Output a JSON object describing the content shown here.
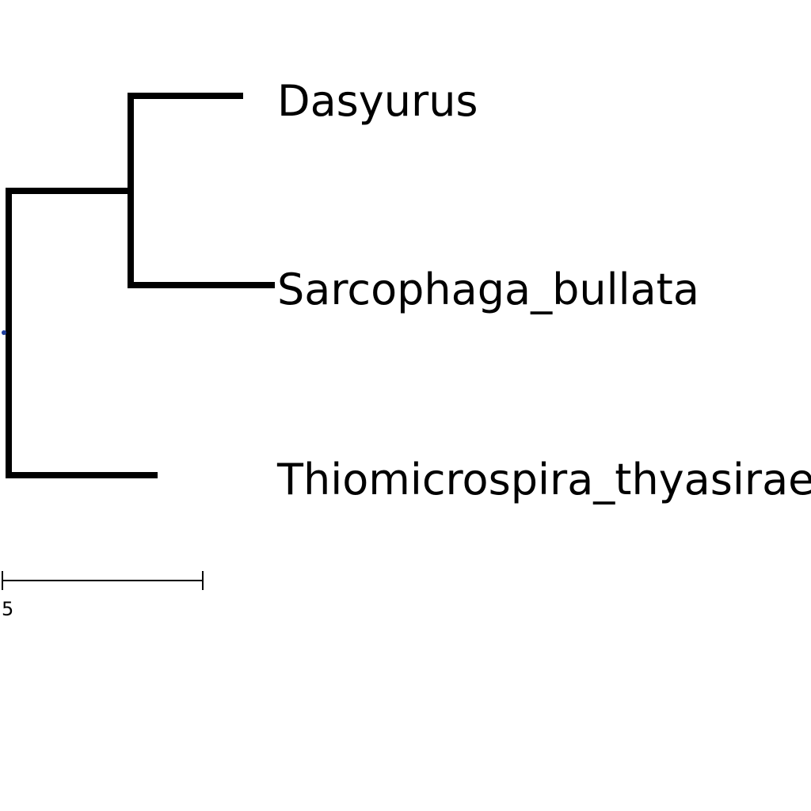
{
  "tree": {
    "leaves": [
      {
        "name": "Dasyurus"
      },
      {
        "name": "Sarcophaga_bullata"
      },
      {
        "name": "Thiomicrospira_thyasirae"
      }
    ],
    "root_marker_color": "#1f3f9f"
  },
  "scale_bar": {
    "label": "5"
  },
  "colors": {
    "branch": "#000000",
    "background": "#ffffff"
  }
}
